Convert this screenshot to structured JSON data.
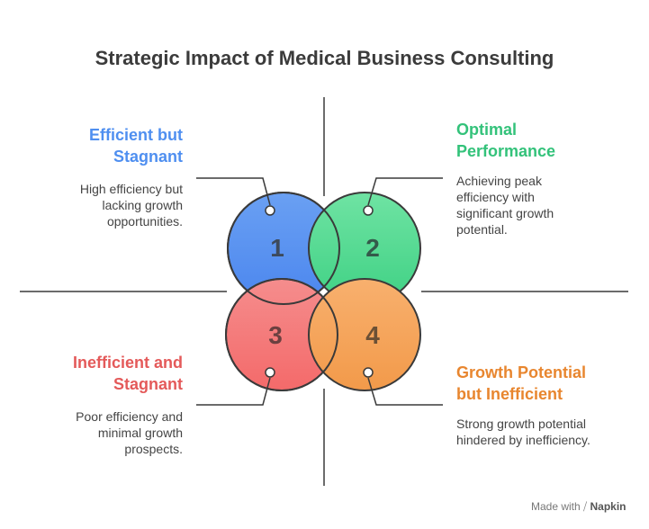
{
  "title": "Strategic Impact of Medical Business Consulting",
  "quadrants": [
    {
      "number": "1",
      "heading_line1": "Efficient but",
      "heading_line2": "Stagnant",
      "desc_line1": "High efficiency but",
      "desc_line2": "lacking growth",
      "desc_line3": "opportunities.",
      "color": "#4f8ff0",
      "circle_top": "#6aa0f3",
      "circle_bottom": "#4b86ee"
    },
    {
      "number": "2",
      "heading_line1": "Optimal",
      "heading_line2": "Performance",
      "desc_line1": "Achieving peak",
      "desc_line2": "efficiency with",
      "desc_line3": "significant growth",
      "desc_line4": "potential.",
      "color": "#33c27a",
      "circle_top": "#6fe3a3",
      "circle_bottom": "#3fd184"
    },
    {
      "number": "3",
      "heading_line1": "Inefficient and",
      "heading_line2": "Stagnant",
      "desc_line1": "Poor efficiency and",
      "desc_line2": "minimal growth",
      "desc_line3": "prospects.",
      "color": "#e45a5a",
      "circle_top": "#f58d8d",
      "circle_bottom": "#f46a6a"
    },
    {
      "number": "4",
      "heading_line1": "Growth Potential",
      "heading_line2": "but Inefficient",
      "desc_line1": "Strong growth potential",
      "desc_line2": "hindered by inefficiency.",
      "color": "#e8862f",
      "circle_top": "#f8b06e",
      "circle_bottom": "#f29a4a"
    }
  ],
  "footer": {
    "made_with": "Made with",
    "brand": "Napkin"
  }
}
